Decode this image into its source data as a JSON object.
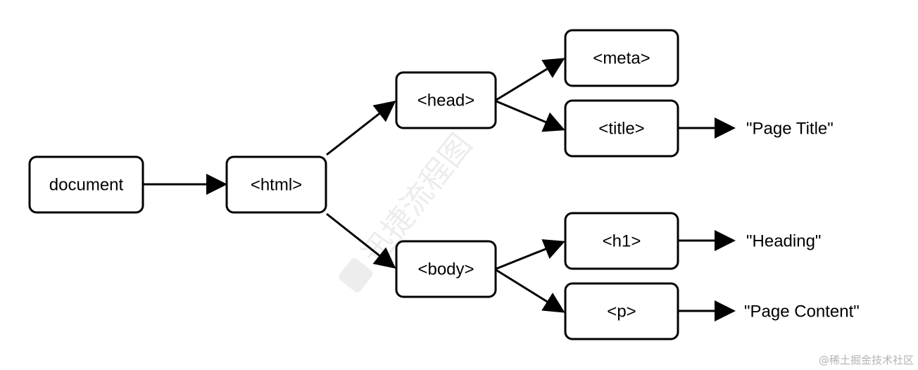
{
  "diagram": {
    "nodes": {
      "document": "document",
      "html": "<html>",
      "head": "<head>",
      "body": "<body>",
      "meta": "<meta>",
      "title": "<title>",
      "h1": "<h1>",
      "p": "<p>"
    },
    "text_nodes": {
      "page_title": "\"Page Title\"",
      "heading": "\"Heading\"",
      "page_content": "\"Page Content\""
    },
    "edges": [
      {
        "from": "document",
        "to": "<html>"
      },
      {
        "from": "<html>",
        "to": "<head>"
      },
      {
        "from": "<html>",
        "to": "<body>"
      },
      {
        "from": "<head>",
        "to": "<meta>"
      },
      {
        "from": "<head>",
        "to": "<title>"
      },
      {
        "from": "<title>",
        "to": "\"Page Title\""
      },
      {
        "from": "<body>",
        "to": "<h1>"
      },
      {
        "from": "<body>",
        "to": "<p>"
      },
      {
        "from": "<h1>",
        "to": "\"Heading\""
      },
      {
        "from": "<p>",
        "to": "\"Page Content\""
      }
    ],
    "colors": {
      "stroke": "#000000",
      "background": "#ffffff"
    }
  },
  "watermark": {
    "text": "迅捷流程图"
  },
  "credit": {
    "text": "@稀土掘金技术社区"
  }
}
